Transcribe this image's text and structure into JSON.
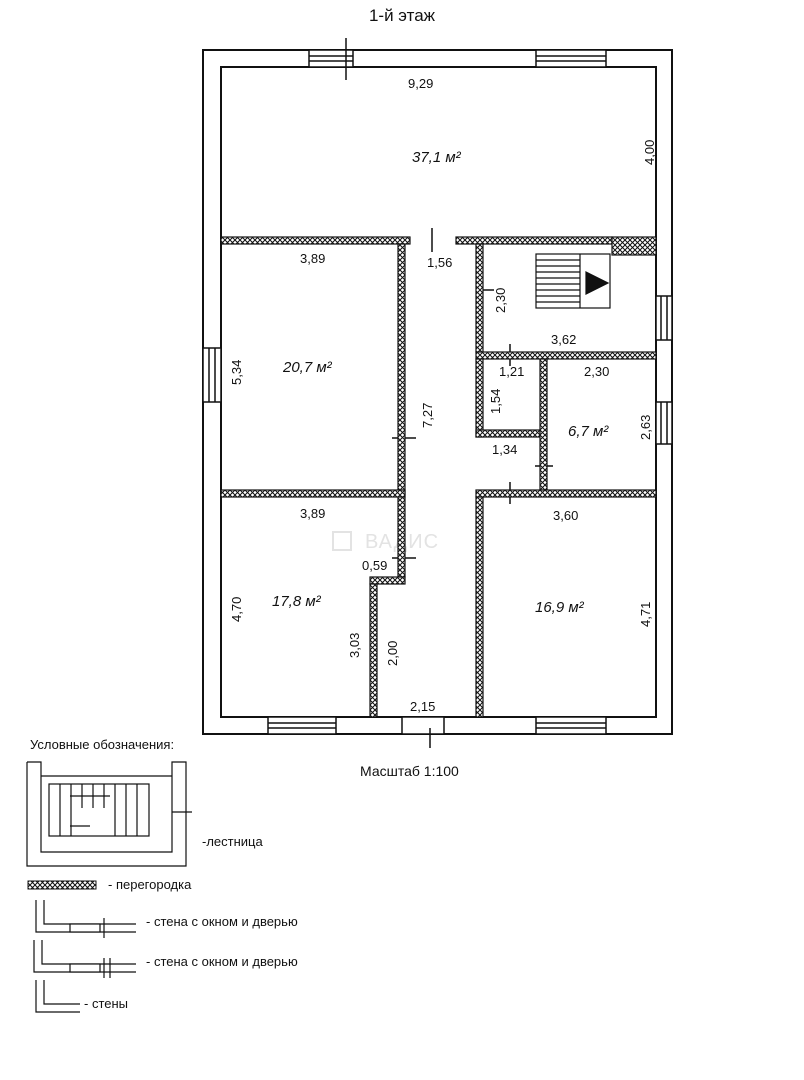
{
  "title": "1-й этаж",
  "scale_label": "Масштаб 1:100",
  "watermark": "ВАДИС",
  "rooms": [
    {
      "id": "living",
      "area": "37,1 м²"
    },
    {
      "id": "bedroom-1",
      "area": "20,7 м²"
    },
    {
      "id": "bedroom-2",
      "area": "17,8 м²"
    },
    {
      "id": "room-right",
      "area": "16,9 м²"
    },
    {
      "id": "bathroom",
      "area": "6,7 м²"
    }
  ],
  "dimensions": {
    "living_width": "9,29",
    "living_depth": "4,00",
    "bed1_width": "3,89",
    "bed1_depth": "5,34",
    "door_hall": "1,56",
    "stair_depth": "2,30",
    "stair_width": "3,62",
    "hall_length": "7,27",
    "wc_width": "1,21",
    "wc_depth": "1,54",
    "bath_width": "2,30",
    "bath_depth": "2,63",
    "corr_width": "1,34",
    "bed2_width": "3,89",
    "right_width": "3,60",
    "niche": "0,59",
    "bed2_depth": "4,70",
    "right_depth": "4,71",
    "step_depth": "3,03",
    "hall_end": "2,00",
    "entrance": "2,15"
  },
  "legend": {
    "title": "Условные обозначения:",
    "items": [
      {
        "symbol": "stair",
        "label": "-лестница"
      },
      {
        "symbol": "partition",
        "label": "- перегородка"
      },
      {
        "symbol": "wall-window-door-1",
        "label": "- стена с окном и дверью"
      },
      {
        "symbol": "wall-window-door-2",
        "label": "- стена с окном и дверью"
      },
      {
        "symbol": "walls",
        "label": "- стены"
      }
    ]
  }
}
